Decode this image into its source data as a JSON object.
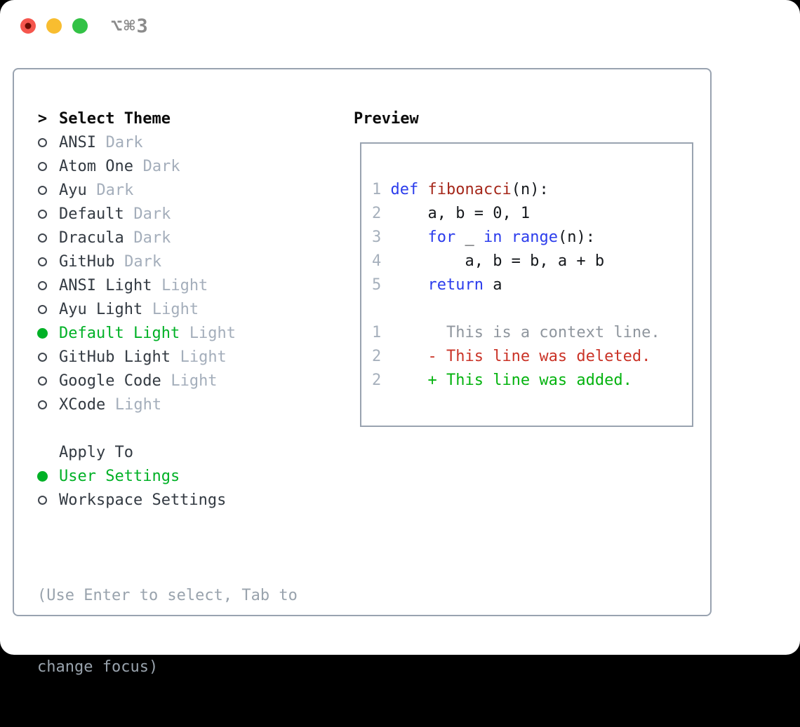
{
  "window": {
    "titlebar": {
      "title": "⌥⌘3",
      "traffic_lights": [
        {
          "name": "close",
          "color": "#f5564d",
          "dot_color": "#6b0d03",
          "has_dot": true
        },
        {
          "name": "minimize",
          "color": "#f8bd30",
          "dot_color": null,
          "has_dot": false
        },
        {
          "name": "zoom",
          "color": "#33c246",
          "dot_color": null,
          "has_dot": false
        }
      ]
    }
  },
  "theme_panel": {
    "title": "Select Theme",
    "cursor": ">",
    "themes": [
      {
        "name": "ANSI",
        "variant": "Dark",
        "selected": false
      },
      {
        "name": "Atom One",
        "variant": "Dark",
        "selected": false
      },
      {
        "name": "Ayu",
        "variant": "Dark",
        "selected": false
      },
      {
        "name": "Default",
        "variant": "Dark",
        "selected": false
      },
      {
        "name": "Dracula",
        "variant": "Dark",
        "selected": false
      },
      {
        "name": "GitHub",
        "variant": "Dark",
        "selected": false
      },
      {
        "name": "ANSI Light",
        "variant": "Light",
        "selected": false
      },
      {
        "name": "Ayu Light",
        "variant": "Light",
        "selected": false
      },
      {
        "name": "Default Light",
        "variant": "Light",
        "selected": true
      },
      {
        "name": "GitHub Light",
        "variant": "Light",
        "selected": false
      },
      {
        "name": "Google Code",
        "variant": "Light",
        "selected": false
      },
      {
        "name": "XCode",
        "variant": "Light",
        "selected": false
      }
    ],
    "apply_to": {
      "title": "Apply To",
      "options": [
        {
          "name": "User Settings",
          "selected": true
        },
        {
          "name": "Workspace Settings",
          "selected": false
        }
      ]
    },
    "help": {
      "line1": "(Use Enter to select, Tab to",
      "line2": "change focus)"
    }
  },
  "preview": {
    "title": "Preview",
    "code_lines": [
      {
        "num": "1",
        "tokens": [
          {
            "t": "def ",
            "c": "kw"
          },
          {
            "t": "fibonacci",
            "c": "fn"
          },
          {
            "t": "(n):",
            "c": "plain"
          }
        ]
      },
      {
        "num": "2",
        "tokens": [
          {
            "t": "    a, b = 0, 1",
            "c": "plain"
          }
        ]
      },
      {
        "num": "3",
        "tokens": [
          {
            "t": "    ",
            "c": "plain"
          },
          {
            "t": "for",
            "c": "kw"
          },
          {
            "t": " _ ",
            "c": "plain"
          },
          {
            "t": "in",
            "c": "kw"
          },
          {
            "t": " ",
            "c": "plain"
          },
          {
            "t": "range",
            "c": "kw"
          },
          {
            "t": "(n):",
            "c": "plain"
          }
        ]
      },
      {
        "num": "4",
        "tokens": [
          {
            "t": "        a, b = b, a + b",
            "c": "plain"
          }
        ]
      },
      {
        "num": "5",
        "tokens": [
          {
            "t": "    ",
            "c": "plain"
          },
          {
            "t": "return",
            "c": "kw"
          },
          {
            "t": " a",
            "c": "plain"
          }
        ]
      }
    ],
    "diff_lines": [
      {
        "num": "1",
        "tokens": [
          {
            "t": "      This is a context line.",
            "c": "ctx"
          }
        ]
      },
      {
        "num": "2",
        "tokens": [
          {
            "t": "    - This line was deleted.",
            "c": "del"
          }
        ]
      },
      {
        "num": "2",
        "tokens": [
          {
            "t": "    + This line was added.",
            "c": "add"
          }
        ]
      }
    ]
  },
  "colors": {
    "accent_green": "#00b126",
    "keyword_blue": "#2b3cec",
    "function_red": "#a5281b",
    "deleted_red": "#ca3327",
    "added_green": "#04b30f",
    "context_gray": "#8f969e",
    "lineno_gray": "#a6b0bc",
    "border_gray": "#99a3b0",
    "text_dark": "#333a42",
    "text_muted": "#a4aebb",
    "help_gray": "#99a3ad",
    "title_gray": "#8b8b8b"
  }
}
